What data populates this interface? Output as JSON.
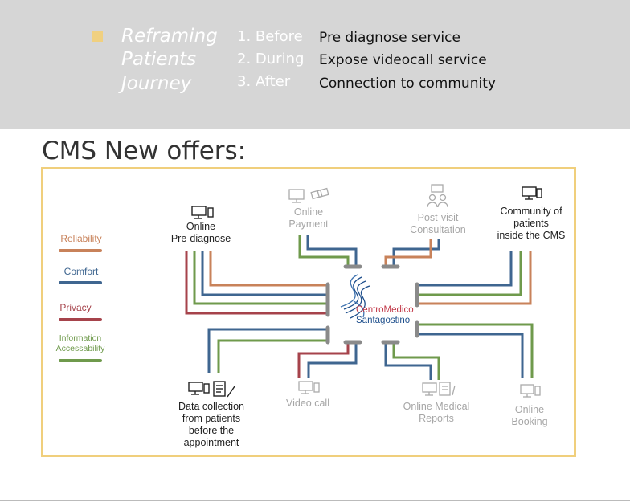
{
  "banner": {
    "title_lines": [
      "Reframing",
      "Patients",
      "Journey"
    ],
    "phases": [
      {
        "label": "1. Before",
        "desc": "Pre diagnose service"
      },
      {
        "label": "2. During",
        "desc": "Expose videocall service"
      },
      {
        "label": "3. After",
        "desc": "Connection to community"
      }
    ]
  },
  "heading": "CMS New offers:",
  "legend": [
    {
      "label": "Reliability",
      "color": "#c8825a"
    },
    {
      "label": "Comfort",
      "color": "#3f6690"
    },
    {
      "label": "Privacy",
      "color": "#a6434b"
    },
    {
      "label": "Information Accessability",
      "color": "#6f9a4c"
    }
  ],
  "logo": {
    "line1": "CentroMedico",
    "line2": "Santagostino"
  },
  "nodes": {
    "online_prediagnose": "Online\nPre-diagnose",
    "online_payment": "Online\nPayment",
    "post_visit": "Post-visit\nConsultation",
    "community": "Community of\npatients\ninside the CMS",
    "data_collection": "Data collection\nfrom patients\nbefore the\nappointment",
    "video_call": "Video call",
    "medical_reports": "Online Medical\nReports",
    "online_booking": "Online\nBooking"
  }
}
